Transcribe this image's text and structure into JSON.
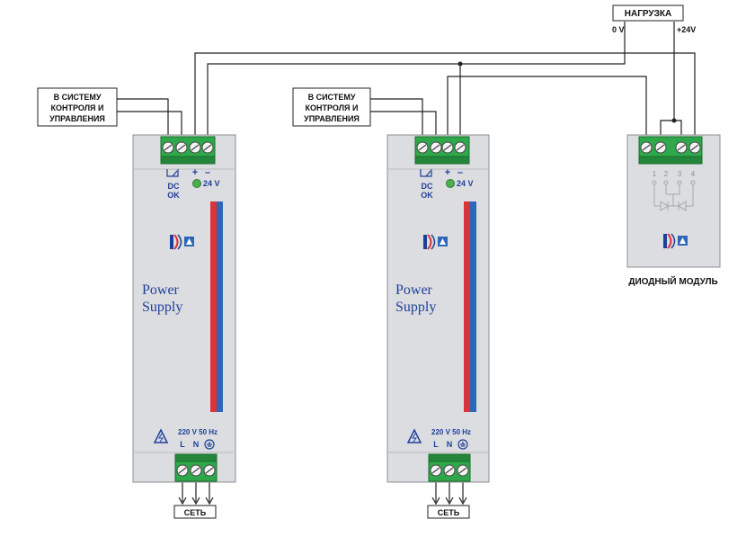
{
  "control_label_line1": "В СИСТЕМУ",
  "control_label_line2": "КОНТРОЛЯ И",
  "control_label_line3": "УПРАВЛЕНИЯ",
  "power_supplies": [
    {
      "relay_label_line1": "DC",
      "relay_label_line2": "OK",
      "plus_label": "+",
      "minus_label": "–",
      "voltage_label": "24 V",
      "title_line1": "Power",
      "title_line2": "Supply",
      "input_rating": "220 V  50 Hz",
      "input_l": "L",
      "input_n": "N",
      "mains_label": "СЕТЬ"
    },
    {
      "relay_label_line1": "DC",
      "relay_label_line2": "OK",
      "plus_label": "+",
      "minus_label": "–",
      "voltage_label": "24 V",
      "title_line1": "Power",
      "title_line2": "Supply",
      "input_rating": "220 V  50 Hz",
      "input_l": "L",
      "input_n": "N",
      "mains_label": "СЕТЬ"
    }
  ],
  "diode_module": {
    "label": "ДИОДНЫЙ МОДУЛЬ",
    "terminal_numbers": [
      "1",
      "2",
      "3",
      "4"
    ]
  },
  "load": {
    "label": "НАГРУЗКА",
    "zero_volt": "0 V",
    "plus_volt": "+24V"
  },
  "colors": {
    "module_body": "#dcdde0",
    "terminal_green": "#2ea84a",
    "stripe_red": "#d8343a",
    "stripe_blue": "#2f67b8",
    "led_green": "#4caf50",
    "brand_blue": "#1f3f9a"
  }
}
